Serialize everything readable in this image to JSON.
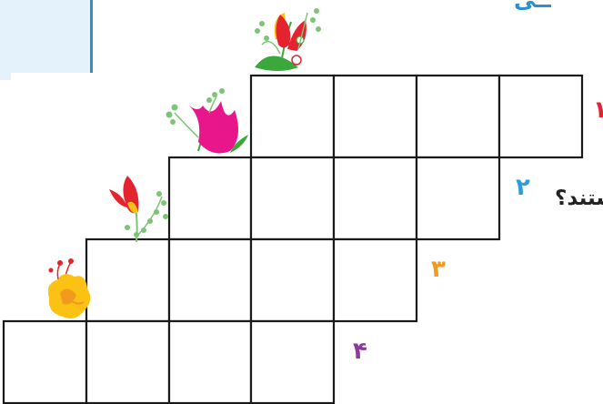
{
  "header": {
    "partial_text": "ــی"
  },
  "question": {
    "text": "ستند؟"
  },
  "rows": [
    {
      "label": "۱",
      "label_color": "#e5232f",
      "cells": 4
    },
    {
      "label": "۲",
      "label_color": "#2c9ce0",
      "cells": 4
    },
    {
      "label": "۳",
      "label_color": "#f39a1e",
      "cells": 4
    },
    {
      "label": "۴",
      "label_color": "#8a3aa0",
      "cells": 4
    }
  ],
  "icons": {
    "flower_row1": "red-yellow-tulip-bouquet-icon",
    "flower_row2": "pink-tulip-icon",
    "flower_row3": "red-tulip-icon",
    "flower_row4": "yellow-flower-icon"
  },
  "colors": {
    "panel_bg": "#e4f3fb",
    "panel_border": "#2d8fcf",
    "grid_line": "#1a1a1a"
  }
}
